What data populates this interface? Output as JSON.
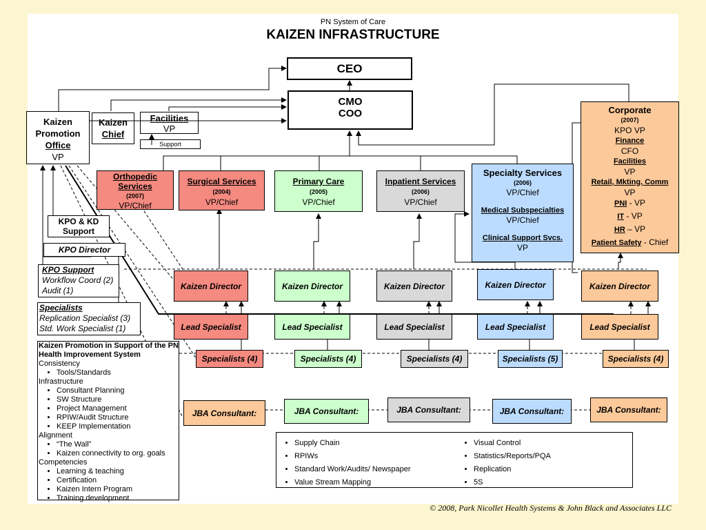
{
  "header": {
    "subtitle": "PN System of Care",
    "title": "KAIZEN INFRASTRUCTURE"
  },
  "ceo": "CEO",
  "cmo_coo": {
    "line1": "CMO",
    "line2": "COO"
  },
  "kpo": {
    "line1": "Kaizen",
    "line2": "Promotion",
    "line3": "Office",
    "line4": "VP"
  },
  "kaizen_chief": {
    "line1": "Kaizen",
    "line2": "Chief"
  },
  "facilities": {
    "title": "Facilities",
    "sub": "VP",
    "support": "Support"
  },
  "divisions": [
    {
      "title": "Orthopedic Services",
      "year": "(2007)",
      "role": "VP/Chief"
    },
    {
      "title": "Surgical Services",
      "year": "(2004)",
      "role": "VP/Chief"
    },
    {
      "title": "Primary Care",
      "year": "(2005)",
      "role": "VP/Chief"
    },
    {
      "title": "Inpatient Services",
      "year": "(2006)",
      "role": "VP/Chief"
    }
  ],
  "specialty": {
    "title": "Specialty Services",
    "year": "(2006)",
    "role": "VP/Chief",
    "med": "Medical Subspecialties",
    "med_role": "VP/Chief",
    "clin": "Clinical Support Svcs.",
    "clin_role": "VP"
  },
  "corporate": {
    "title": "Corporate",
    "year": "(2007)",
    "kpo": "KPO VP",
    "finance": "Finance",
    "cfo": "CFO",
    "facilities": "Facilities",
    "fac_vp": "VP",
    "retail": "Retail, Mkting, Comm",
    "retail_vp": "VP",
    "pni": "PNI",
    "pni_vp": " - VP",
    "it": "IT",
    "it_vp": " - VP",
    "hr": "HR",
    "hr_vp": " – VP",
    "safety": "Patient Safety",
    "safety_role": " - Chief"
  },
  "kpo_kd": {
    "line1": "KPO & KD",
    "line2": "Support"
  },
  "kpo_director": "KPO Director",
  "kpo_support": {
    "title": "KPO Support",
    "item1": "Workflow Coord (2)",
    "item2": "Audit (1)"
  },
  "specialists_left": {
    "title": "Specialists",
    "item1": "Replication Specialist (3)",
    "item2": "Std. Work Specialist (1)"
  },
  "kaizen_directors": [
    "Kaizen Director",
    "Kaizen Director",
    "Kaizen Director",
    "Kaizen Director",
    "Kaizen Director"
  ],
  "lead_specialists": [
    "Lead Specialist",
    "Lead Specialist",
    "Lead Specialist",
    "Lead Specialist",
    "Lead Specialist"
  ],
  "specialists": [
    "Specialists (4)",
    "Specialists (4)",
    "Specialists (4)",
    "Specialists (5)",
    "Specialists (4)"
  ],
  "jba": [
    "JBA Consultant:",
    "JBA Consultant:",
    "JBA Consultant:",
    "JBA Consultant:",
    "JBA Consultant:"
  ],
  "promotion": {
    "title": "Kaizen Promotion in Support of the PN Health Improvement System",
    "sections": [
      {
        "name": "Consistency",
        "items": [
          "Tools/Standards"
        ]
      },
      {
        "name": "Infrastructure",
        "items": [
          "Consultant Planning",
          "SW Structure",
          "Project Management",
          "RPIW/Audit Structure",
          "KEEP Implementation"
        ]
      },
      {
        "name": "Alignment",
        "items": [
          "“The Wall”",
          "Kaizen connectivity to org. goals"
        ]
      },
      {
        "name": "Competencies",
        "items": [
          "Learning & teaching",
          "Certification",
          "Kaizen Intern Program",
          "Training development"
        ]
      }
    ]
  },
  "bullets_left": [
    "Supply Chain",
    "RPIWs",
    "Standard Work/Audits/ Newspaper",
    "Value Stream Mapping"
  ],
  "bullets_right": [
    "Visual Control",
    "Statistics/Reports/PQA",
    "Replication",
    "5S"
  ],
  "copyright": "© 2008, Park Nicollet Health Systems & John Black and Associates LLC"
}
